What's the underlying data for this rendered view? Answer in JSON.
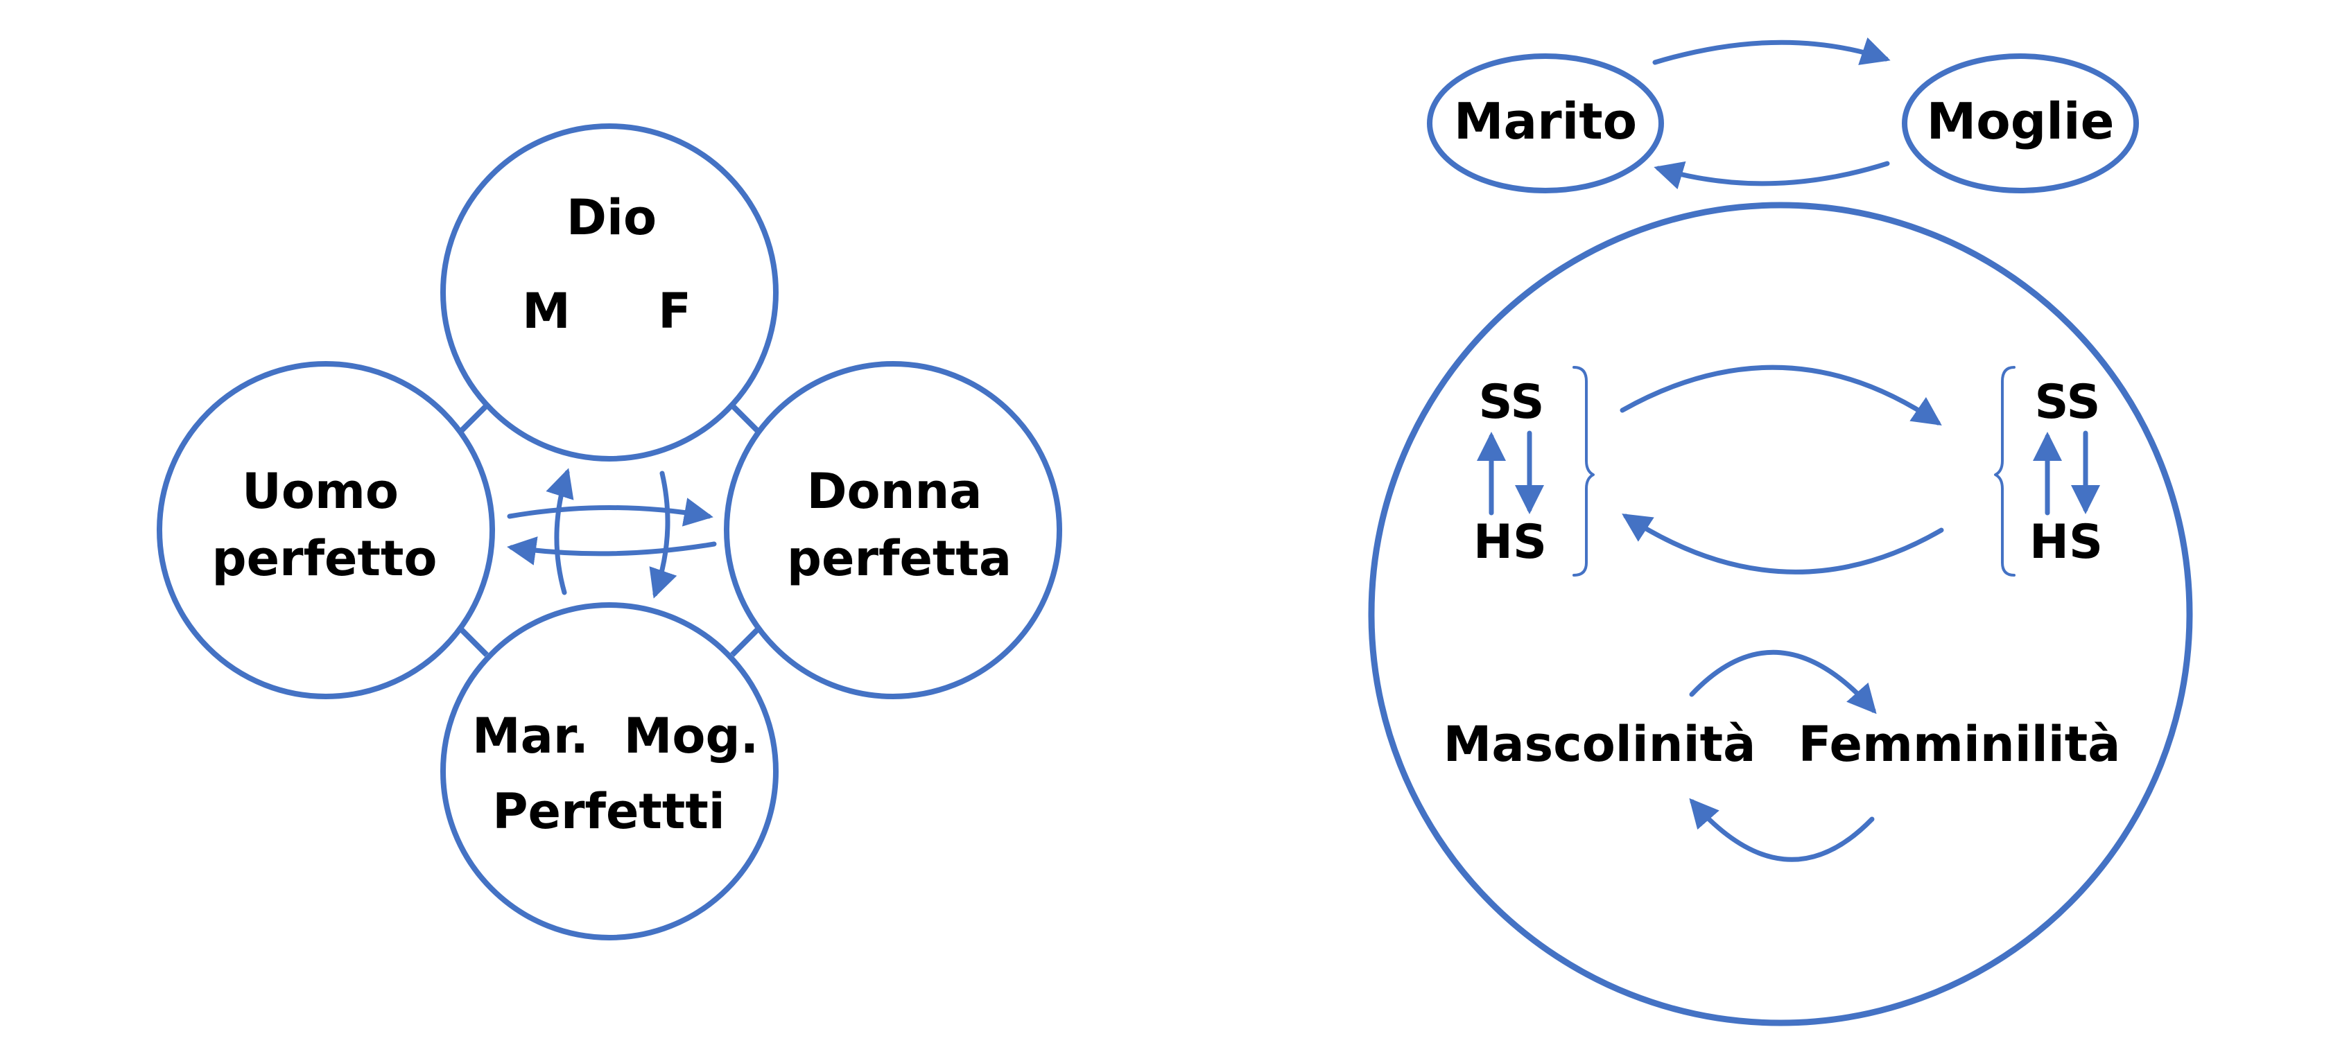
{
  "colors": {
    "accent": "#4472C4",
    "text": "#000000",
    "background": "#FFFFFF"
  },
  "left_diagram": {
    "top_circle": {
      "title": "Dio",
      "left_letter": "M",
      "right_letter": "F"
    },
    "left_circle": {
      "line1": "Uomo",
      "line2": "perfetto"
    },
    "right_circle": {
      "line1": "Donna",
      "line2": "perfetta"
    },
    "bottom_circle": {
      "left_label": "Mar.",
      "right_label": "Mog.",
      "bottom_label": "Perfettti"
    }
  },
  "right_diagram": {
    "husband": "Marito",
    "wife": "Moglie",
    "left_top": "SS",
    "left_bottom": "HS",
    "right_top": "SS",
    "right_bottom": "HS",
    "masculinity": "Mascolinità",
    "femininity": "Femminilità"
  }
}
